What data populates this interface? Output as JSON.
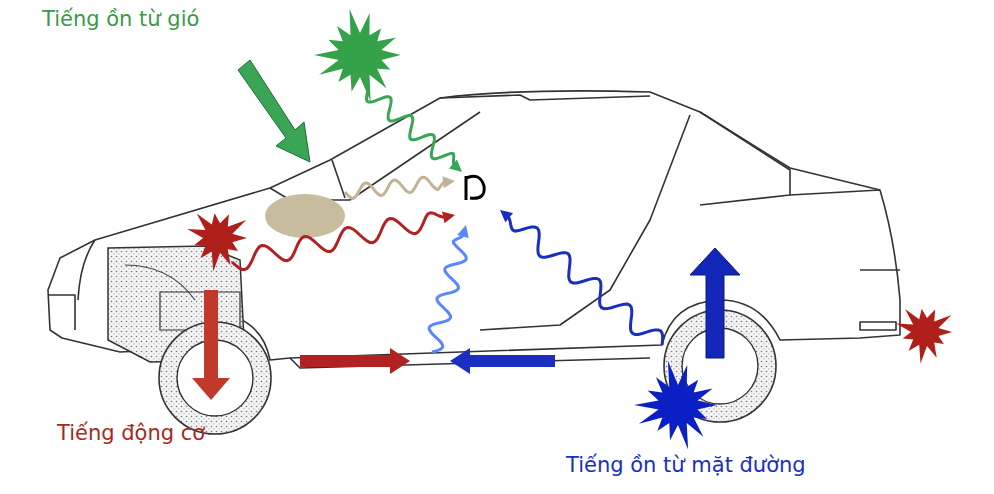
{
  "diagram": {
    "labels": [
      "Tiếng ồn từ gió",
      "Tiếng động cơ",
      "Tiếng ồn từ mặt đường"
    ]
  }
}
